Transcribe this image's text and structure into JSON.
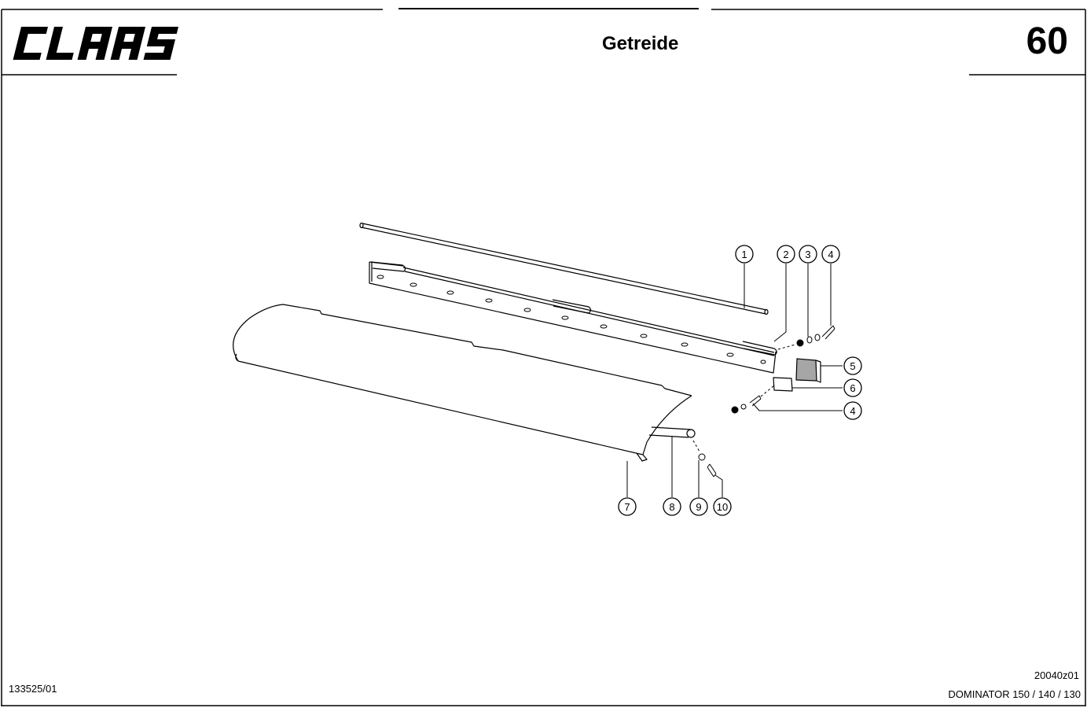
{
  "header": {
    "brand": "CLAAS",
    "title": "Getreide",
    "page_number": "60"
  },
  "footer": {
    "doc_number": "133525/01",
    "drawing_code": "20040z01",
    "models": "DOMINATOR 150 / 140 / 130"
  },
  "callouts": [
    "1",
    "2",
    "3",
    "4",
    "5",
    "6",
    "4",
    "7",
    "8",
    "9",
    "10"
  ]
}
